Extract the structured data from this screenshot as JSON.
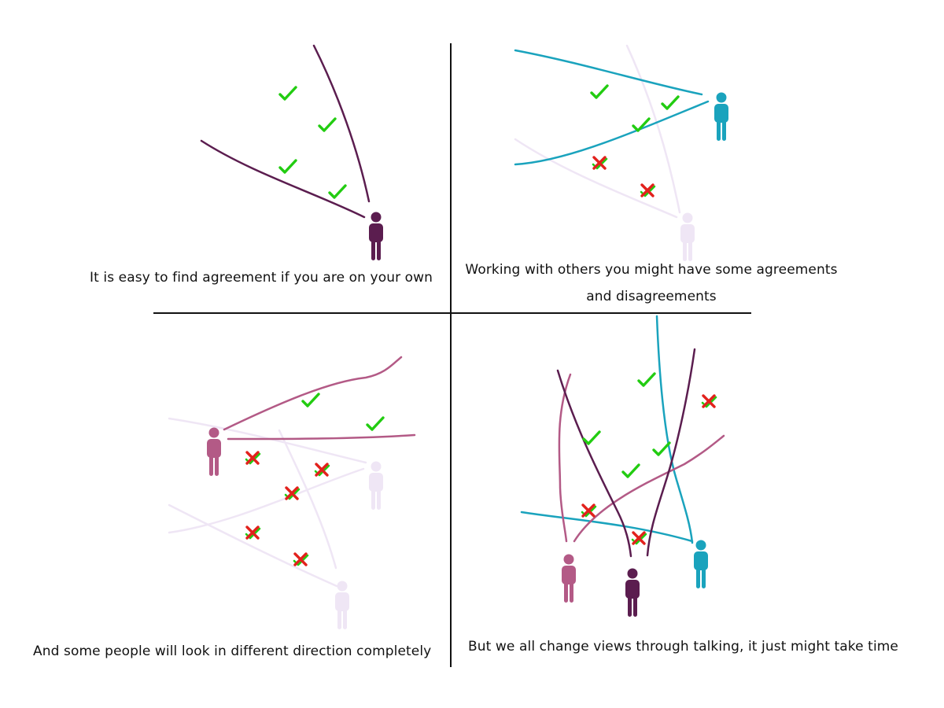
{
  "colors": {
    "dark_purple": "#5b1d4f",
    "teal": "#1aa3bd",
    "rose": "#b35a86",
    "pale_lilac": "#efe6f5",
    "check_green": "#22cc11",
    "cross_red": "#e2211c",
    "divider": "#111111"
  },
  "panels": [
    {
      "id": "top-left",
      "caption": "It is easy to find agreement if you are on your own",
      "people": [
        "dark_purple"
      ],
      "agreements": 4,
      "disagreements": 0
    },
    {
      "id": "top-right",
      "caption_line1": "Working with others you might have some agreements",
      "caption_line2": "and disagreements",
      "people": [
        "teal",
        "pale_lilac"
      ],
      "agreements": 3,
      "disagreements": 2
    },
    {
      "id": "bottom-left",
      "caption": "And some people will look in different direction completely",
      "people": [
        "rose",
        "pale_lilac",
        "pale_lilac"
      ],
      "agreements": 2,
      "disagreements": 5
    },
    {
      "id": "bottom-right",
      "caption": "But we all change views through talking, it just might take time",
      "people": [
        "rose",
        "dark_purple",
        "teal"
      ],
      "agreements": 4,
      "disagreements": 3
    }
  ],
  "icons": {
    "person": "person-icon",
    "agreement": "check-icon",
    "disagreement": "cross-icon"
  }
}
